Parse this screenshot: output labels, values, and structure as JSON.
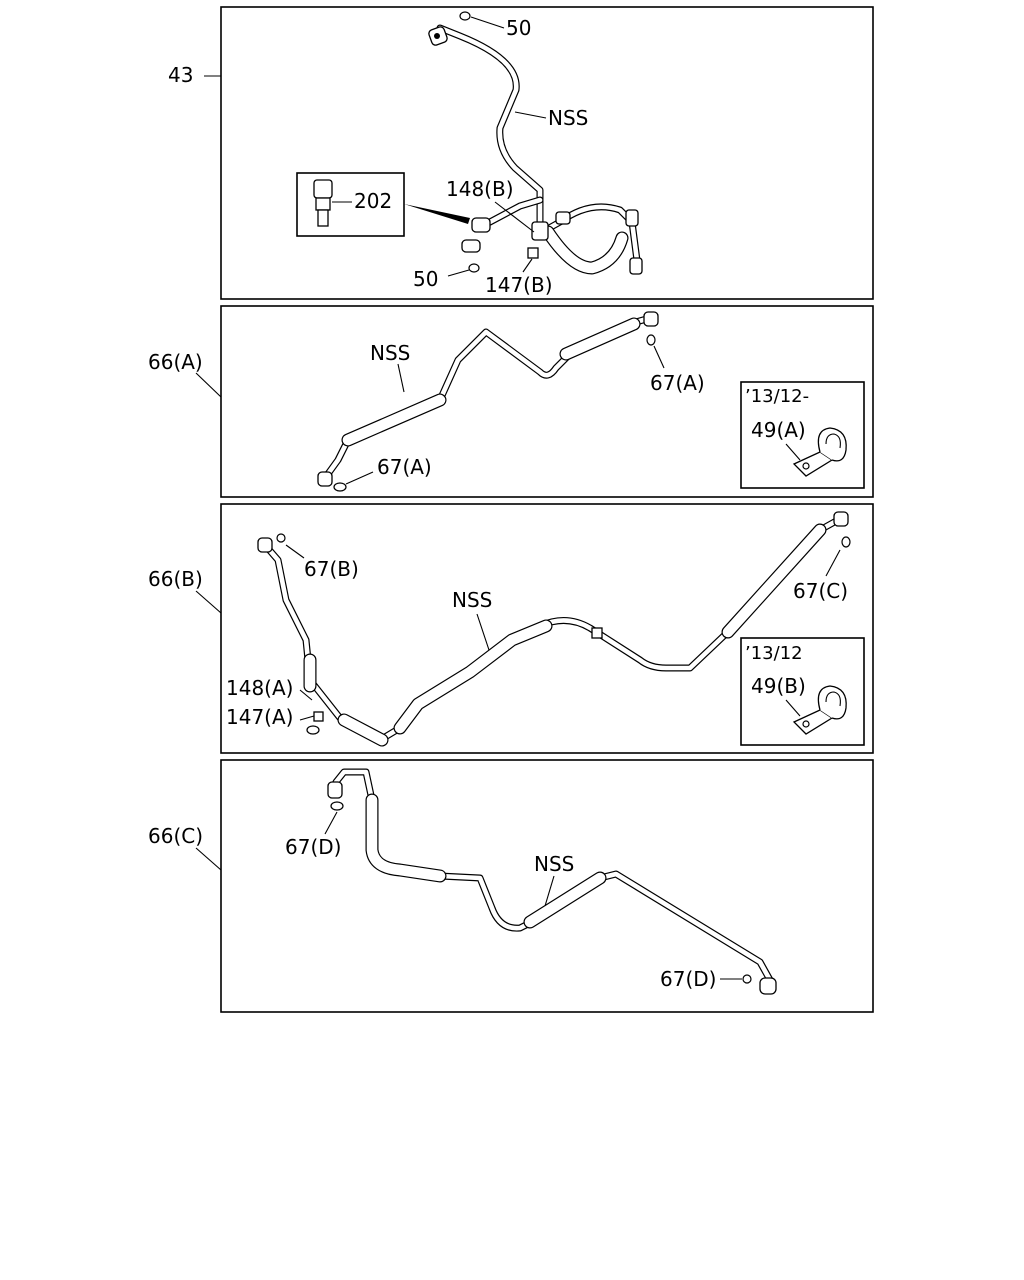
{
  "panels": {
    "p1": {
      "ref": "43",
      "labels": {
        "seal_top": "50",
        "pipe": "NSS",
        "sensor": "202",
        "bracket": "148(B)",
        "seal_bottom": "50",
        "bolt": "147(B)"
      }
    },
    "p2": {
      "ref": "66(A)",
      "labels": {
        "pipe": "NSS",
        "oring_top": "67(A)",
        "oring_bottom": "67(A)"
      },
      "inset": {
        "date": "’13/12-",
        "clamp": "49(A)"
      }
    },
    "p3": {
      "ref": "66(B)",
      "labels": {
        "pipe": "NSS",
        "oring_left": "67(B)",
        "oring_right": "67(C)",
        "bracket": "148(A)",
        "bolt": "147(A)"
      },
      "inset": {
        "date": "’13/12",
        "clamp": "49(B)"
      }
    },
    "p4": {
      "ref": "66(C)",
      "labels": {
        "pipe": "NSS",
        "oring_top": "67(D)",
        "oring_bottom": "67(D)"
      }
    }
  }
}
